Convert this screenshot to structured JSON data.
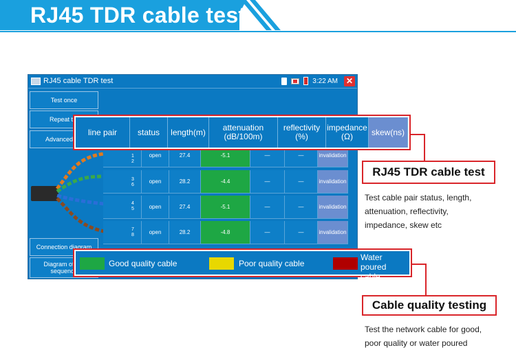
{
  "banner": {
    "title": "RJ45 TDR cable test"
  },
  "screen": {
    "title": "RJ45 cable TDR test",
    "time": "3:22 AM",
    "side_buttons": {
      "test_once": "Test once",
      "repeat": "Repeat te",
      "advanced": "Advanced T",
      "connection": "Connection diagram",
      "diagram_line1": "Diagram of the",
      "diagram_line2": "sequence"
    },
    "table_header": {
      "line_pair": "line pair",
      "status": "status",
      "length": "length(m)",
      "attenuation": "attenuation",
      "attenuation_unit": "(dB/100m)",
      "reflectivity": "reflectivity",
      "reflectivity_unit": "(%)",
      "impedance": "impedance",
      "impedance_unit": "(Ω)",
      "skew": "skew(ns)"
    },
    "rows": [
      {
        "p1": "1",
        "p2": "2",
        "status": "open",
        "length": "27.4",
        "attenuation": "-5.1",
        "reflectivity": "—",
        "impedance_dash": "—",
        "impedance": "invalidation"
      },
      {
        "p1": "3",
        "p2": "6",
        "status": "open",
        "length": "28.2",
        "attenuation": "-4.4",
        "reflectivity": "—",
        "impedance_dash": "—",
        "impedance": "invalidation"
      },
      {
        "p1": "4",
        "p2": "5",
        "status": "open",
        "length": "27.4",
        "attenuation": "-5.1",
        "reflectivity": "—",
        "impedance_dash": "—",
        "impedance": "invalidation"
      },
      {
        "p1": "7",
        "p2": "8",
        "status": "open",
        "length": "28.2",
        "attenuation": "-4.8",
        "reflectivity": "—",
        "impedance_dash": "—",
        "impedance": "invalidation"
      }
    ],
    "legend": {
      "good": "Good quality cable",
      "poor": "Poor quality cable",
      "water_line1": "Water poured",
      "water_line2": "cable",
      "colors": {
        "good": "#1ea744",
        "poor": "#e8d800",
        "water": "#b00000"
      }
    }
  },
  "callouts": {
    "tdr_title": "RJ45 TDR cable test",
    "tdr_desc": [
      "Test cable pair status, length,",
      "attenuation, reflectivity,",
      "impedance, skew etc"
    ],
    "quality_title": "Cable quality testing",
    "quality_desc": [
      "Test the network cable for good,",
      "poor quality or water poured"
    ]
  }
}
